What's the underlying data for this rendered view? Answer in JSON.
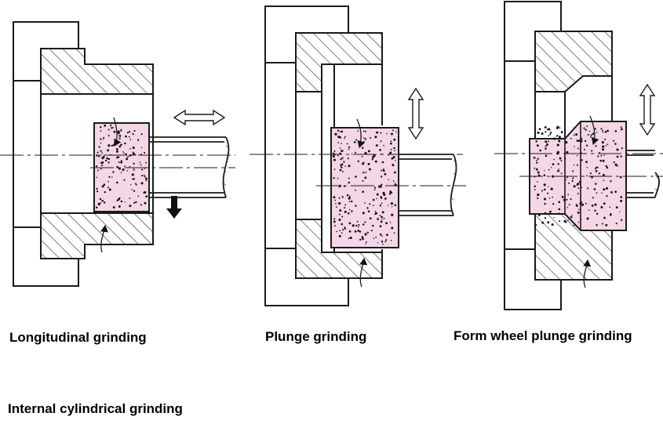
{
  "captions": {
    "longitudinal": "Longitudinal grinding",
    "plunge": "Plunge grinding",
    "form_wheel": "Form wheel plunge grinding",
    "overall": "Internal cylindrical grinding"
  },
  "colors": {
    "wheel_fill": "#f4d6e6",
    "line": "#1a1a1a",
    "hatch": "#333333",
    "grit": "#111111"
  }
}
